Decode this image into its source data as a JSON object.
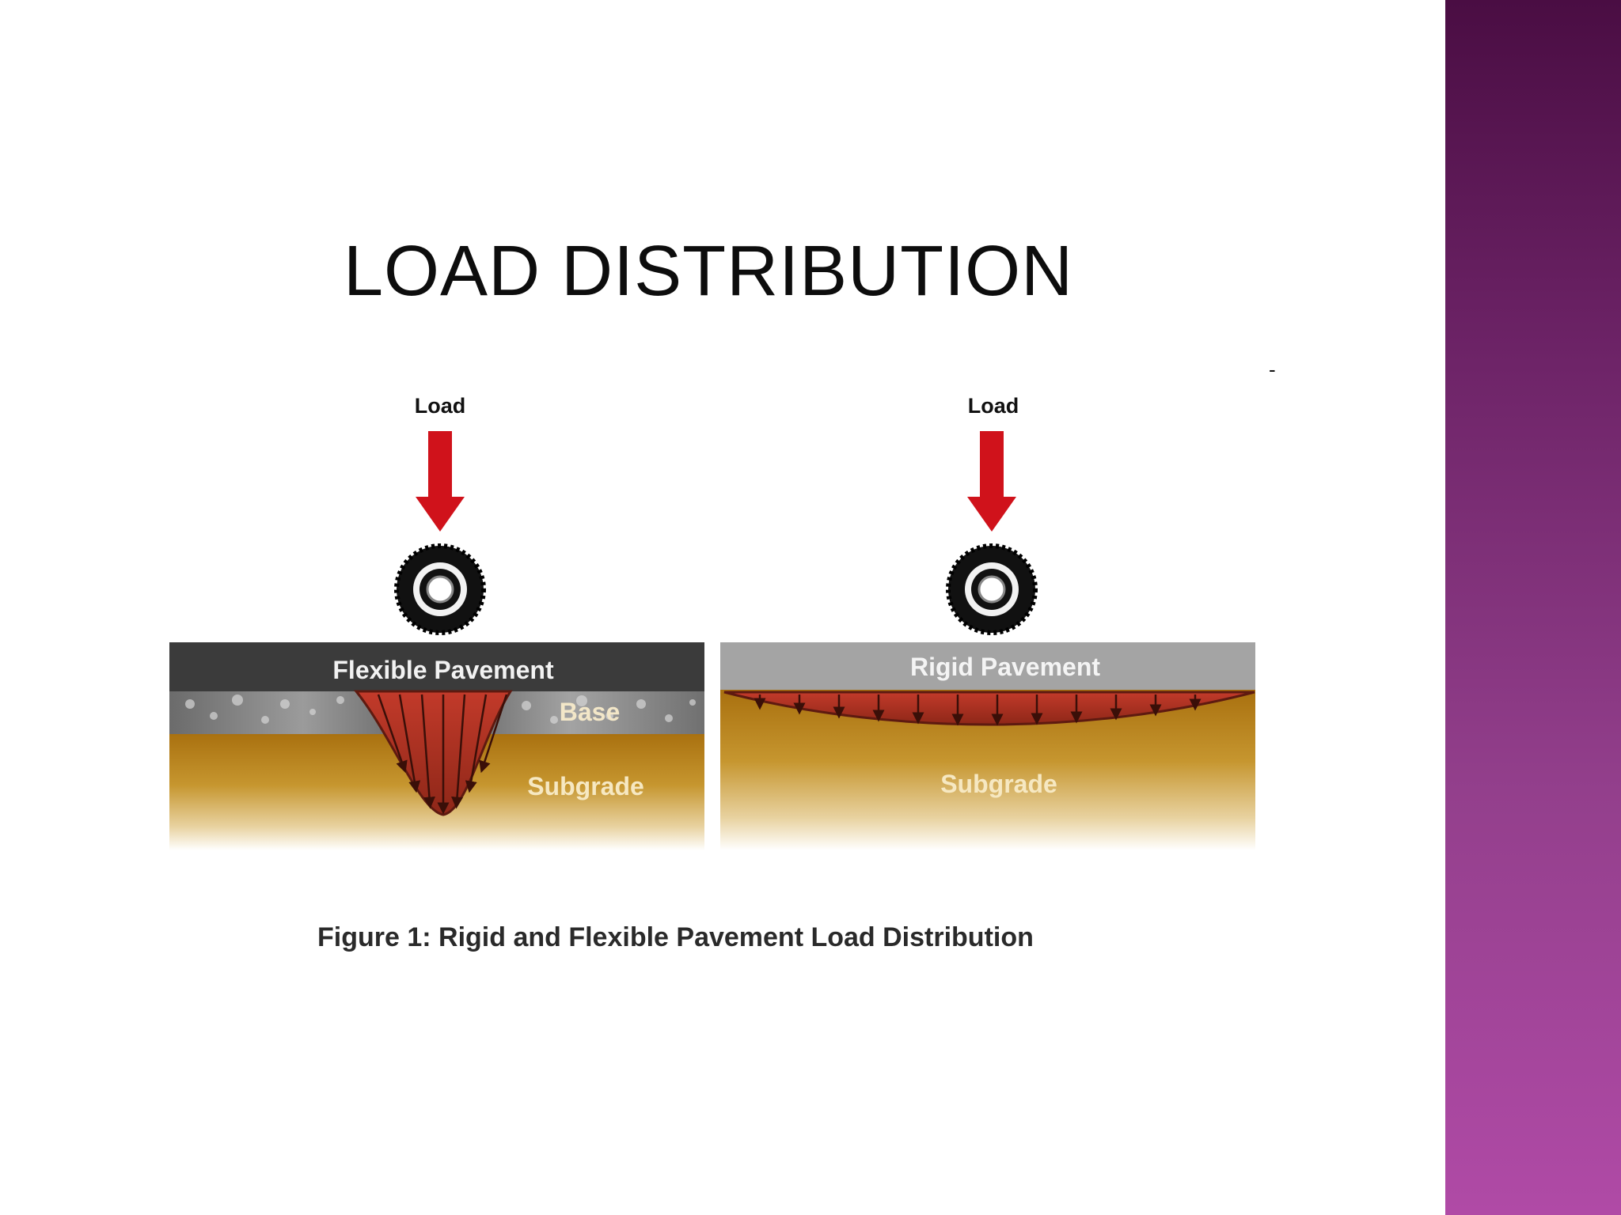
{
  "slide": {
    "title": "LOAD DISTRIBUTION",
    "stray_mark": "-"
  },
  "figure": {
    "caption": "Figure 1: Rigid and Flexible Pavement Load Distribution",
    "flexible": {
      "load_label": "Load",
      "surface_label": "Flexible Pavement",
      "base_label": "Base",
      "subgrade_label": "Subgrade"
    },
    "rigid": {
      "load_label": "Load",
      "surface_label": "Rigid Pavement",
      "subgrade_label": "Subgrade"
    }
  },
  "colors": {
    "side_band_top": "#4a0d43",
    "side_band_bottom": "#b04aa6",
    "load_arrow": "#d0121b",
    "flexible_surface": "#3b3b3b",
    "rigid_surface": "#a4a4a4",
    "subgrade": "#b27a12",
    "stress_zone": "#b5402e"
  }
}
